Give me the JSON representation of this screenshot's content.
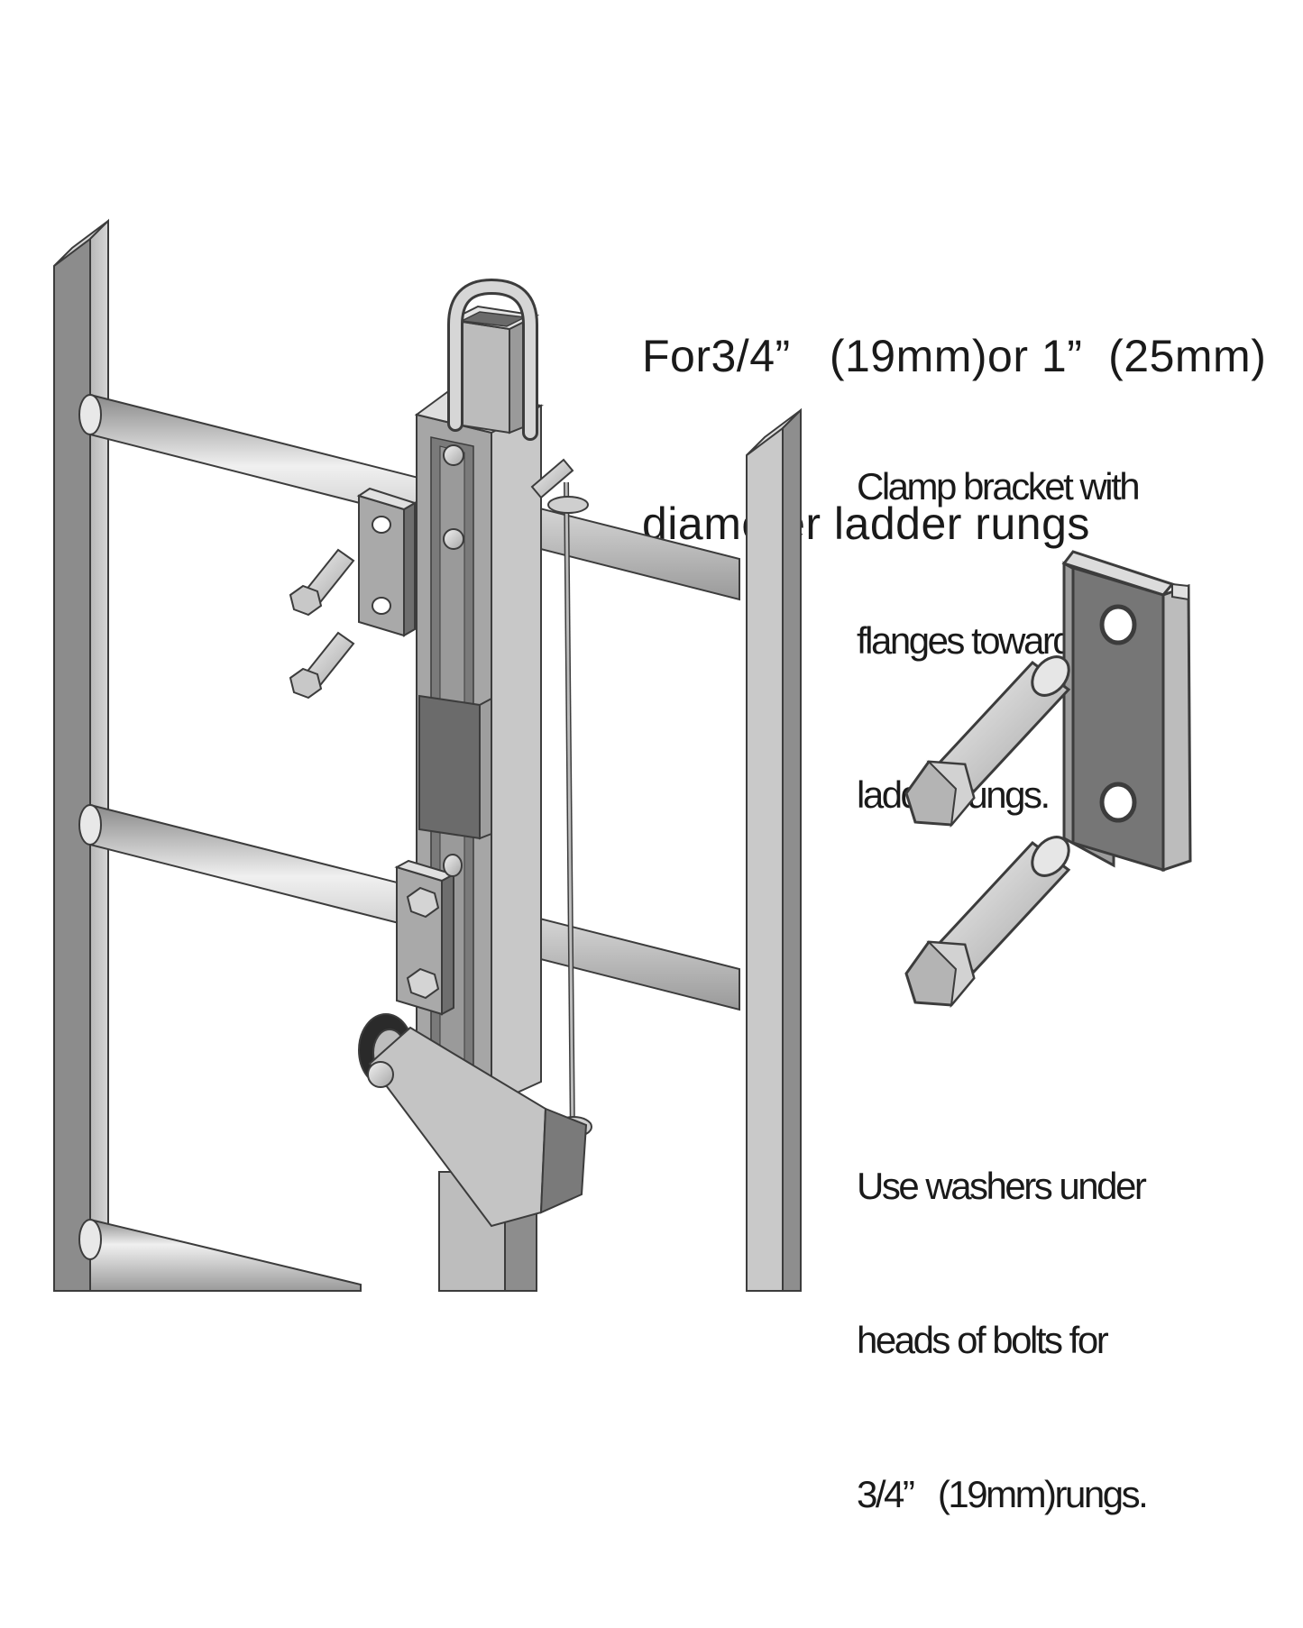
{
  "caption": {
    "title_line1": "For3/4”   (19mm)or 1”  (25mm)",
    "title_line2": "diameter ladder rungs"
  },
  "notes": {
    "bracket": {
      "line1": "Clamp bracket with",
      "line2": "flanges toward the",
      "line3": "ladder rungs."
    },
    "washers": {
      "line1": "Use washers under",
      "line2": "heads of bolts for",
      "line3": "3/4”   (19mm)rungs."
    }
  },
  "colors": {
    "metal_light": "#d4d4d4",
    "metal_mid": "#a8a8a8",
    "metal_dark": "#6e6e6e",
    "outline": "#3c3c3c"
  }
}
